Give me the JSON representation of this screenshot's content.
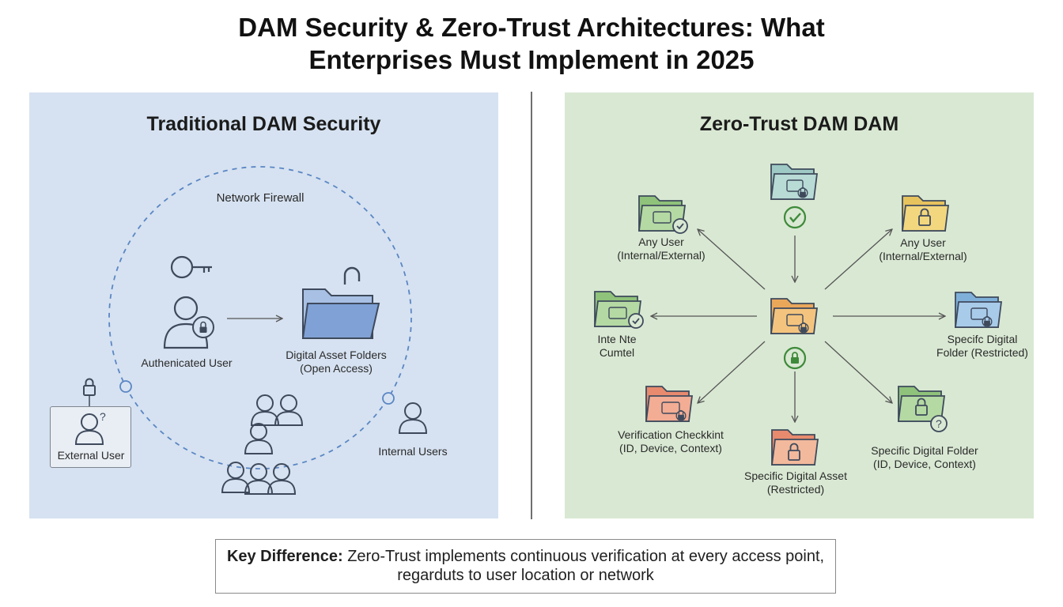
{
  "title": {
    "line1": "DAM Security & Zero-Trust Architectures: What",
    "line2": "Enterprises Must Implement in 2025"
  },
  "left_panel": {
    "title": "Traditional DAM Security",
    "firewall_label": "Network Firewall",
    "authenticated_user": "Authenicated User",
    "folders_line1": "Digital Asset Folders",
    "folders_line2": "(Open Access)",
    "external_user": "External User",
    "internal_users": "Internal Users"
  },
  "right_panel": {
    "title": "Zero-Trust DAM DAM",
    "any_user_left_1": "Any User",
    "any_user_left_2": "(Internal/External)",
    "any_user_right_1": "Any User",
    "any_user_right_2": "(Internal/External)",
    "inte_1": "Inte Nte",
    "inte_2": "Cumtel",
    "specific_folder_right_1": "Specifc Digital",
    "specific_folder_right_2": "Folder (Restricted)",
    "verification_1": "Verification Checkkint",
    "verification_2": "(ID, Device, Context)",
    "specific_asset_1": "Specific Digital Asset",
    "specific_asset_2": "(Restricted)",
    "specific_folder_br_1": "Specific Digital Folder",
    "specific_folder_br_2": "(ID, Device, Context)"
  },
  "key_difference": {
    "label": "Key Difference:",
    "text_1": " Zero-Trust implements continuous verification at every access point,",
    "text_2": "regarduts to user location or network"
  },
  "colors": {
    "left_bg": "#d6e2f1",
    "right_bg": "#d9e8d3",
    "dashed_circle": "#5b86c4",
    "icon_blue": "#3e4a5c",
    "folder_green": "#a9cf92",
    "folder_yellow": "#f1d27a",
    "folder_orange": "#f0b06e",
    "folder_blue": "#9ec0e6",
    "folder_red": "#f1a48c",
    "check_green": "#3e8a3a"
  },
  "icons": [
    "key-icon",
    "user-lock-icon",
    "open-folder-icon",
    "padlock-icon",
    "user-question-icon",
    "user-group-icon",
    "folder-check-icon",
    "folder-lock-icon",
    "check-circle-icon",
    "lock-circle-icon",
    "question-circle-icon"
  ]
}
